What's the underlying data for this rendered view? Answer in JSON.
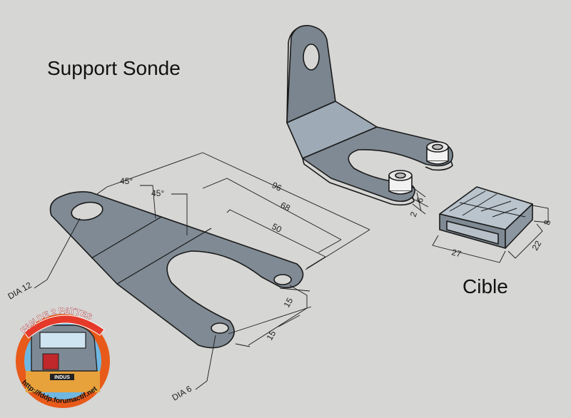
{
  "labels": {
    "support_title": "Support Sonde",
    "target_title": "Cible"
  },
  "dimensions": {
    "length_96": "96",
    "length_68": "68",
    "length_50": "50",
    "angle_1": "45°",
    "angle_2": "45°",
    "dia_large": "DIA 12",
    "dia_small": "DIA 6",
    "spacing_1": "15",
    "spacing_2": "15",
    "spacer_height": "6",
    "plate_thickness": "2",
    "target_length": "27",
    "target_width": "22",
    "target_height": "8"
  },
  "logo": {
    "title": "FAN DE 2 PATTES",
    "plate": "INDUS",
    "url": "http://fddp.forumactif.net"
  },
  "colors": {
    "background": "#d6d6d4",
    "plate_dark": "#7f8a94",
    "plate_light": "#9aa6b1",
    "outline": "#1a1a1a",
    "logo_ring": "#e85a1a"
  }
}
